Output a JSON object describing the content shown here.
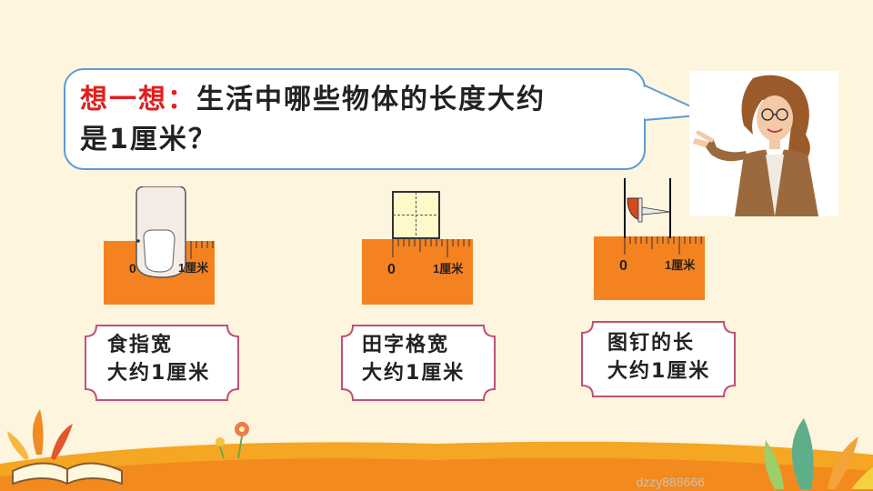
{
  "question": {
    "label": "想一想：",
    "line1": "生活中哪些物体的长度大约",
    "line2": "是1厘米？"
  },
  "items": [
    {
      "line1": "食指宽",
      "line2": "大约1厘米",
      "zero": "0",
      "one": "1厘米"
    },
    {
      "line1": "田字格宽",
      "line2": "大约1厘米",
      "zero": "0",
      "one": "1厘米"
    },
    {
      "line1": "图钉的长",
      "line2": "大约1厘米",
      "zero": "0",
      "one": "1厘米"
    }
  ],
  "watermark": "dzzy888666",
  "colors": {
    "background": "#fdf5dd",
    "ruler": "#f58220",
    "bubble_border": "#5b9bd5",
    "caption_border": "#c0507a",
    "label_red": "#e02020"
  }
}
